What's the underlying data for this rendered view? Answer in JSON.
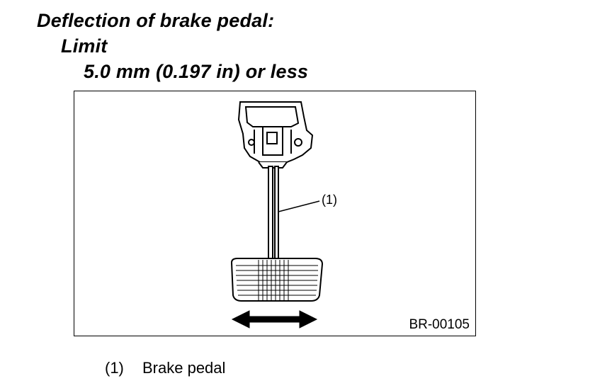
{
  "heading": {
    "title": "Deflection of brake pedal:",
    "limit_label": "Limit",
    "limit_value": "5.0 mm (0.197 in) or less"
  },
  "figure": {
    "id_label": "BR-00105",
    "callout": "(1)"
  },
  "legend": {
    "number": "(1)",
    "text": "Brake pedal"
  }
}
